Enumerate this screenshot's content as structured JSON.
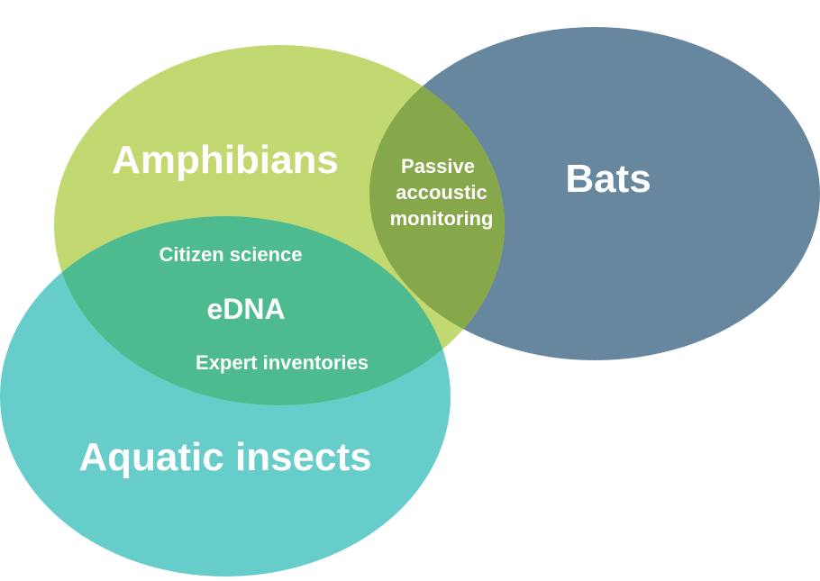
{
  "sets": {
    "bats": {
      "label": "Bats",
      "color": "#67879f"
    },
    "amphibians": {
      "label": "Amphibians",
      "color": "#c2d870"
    },
    "aquatic_insects": {
      "label": "Aquatic insects",
      "color": "#67cdcb"
    }
  },
  "overlaps": {
    "amphibians_bats": {
      "color": "#86a84a",
      "lines": [
        "Passive",
        "accoustic",
        "monitoring"
      ]
    },
    "amphibians_aquatic": {
      "color": "#4dbb8f",
      "items": [
        "Citizen science",
        "eDNA",
        "Expert inventories"
      ]
    }
  }
}
